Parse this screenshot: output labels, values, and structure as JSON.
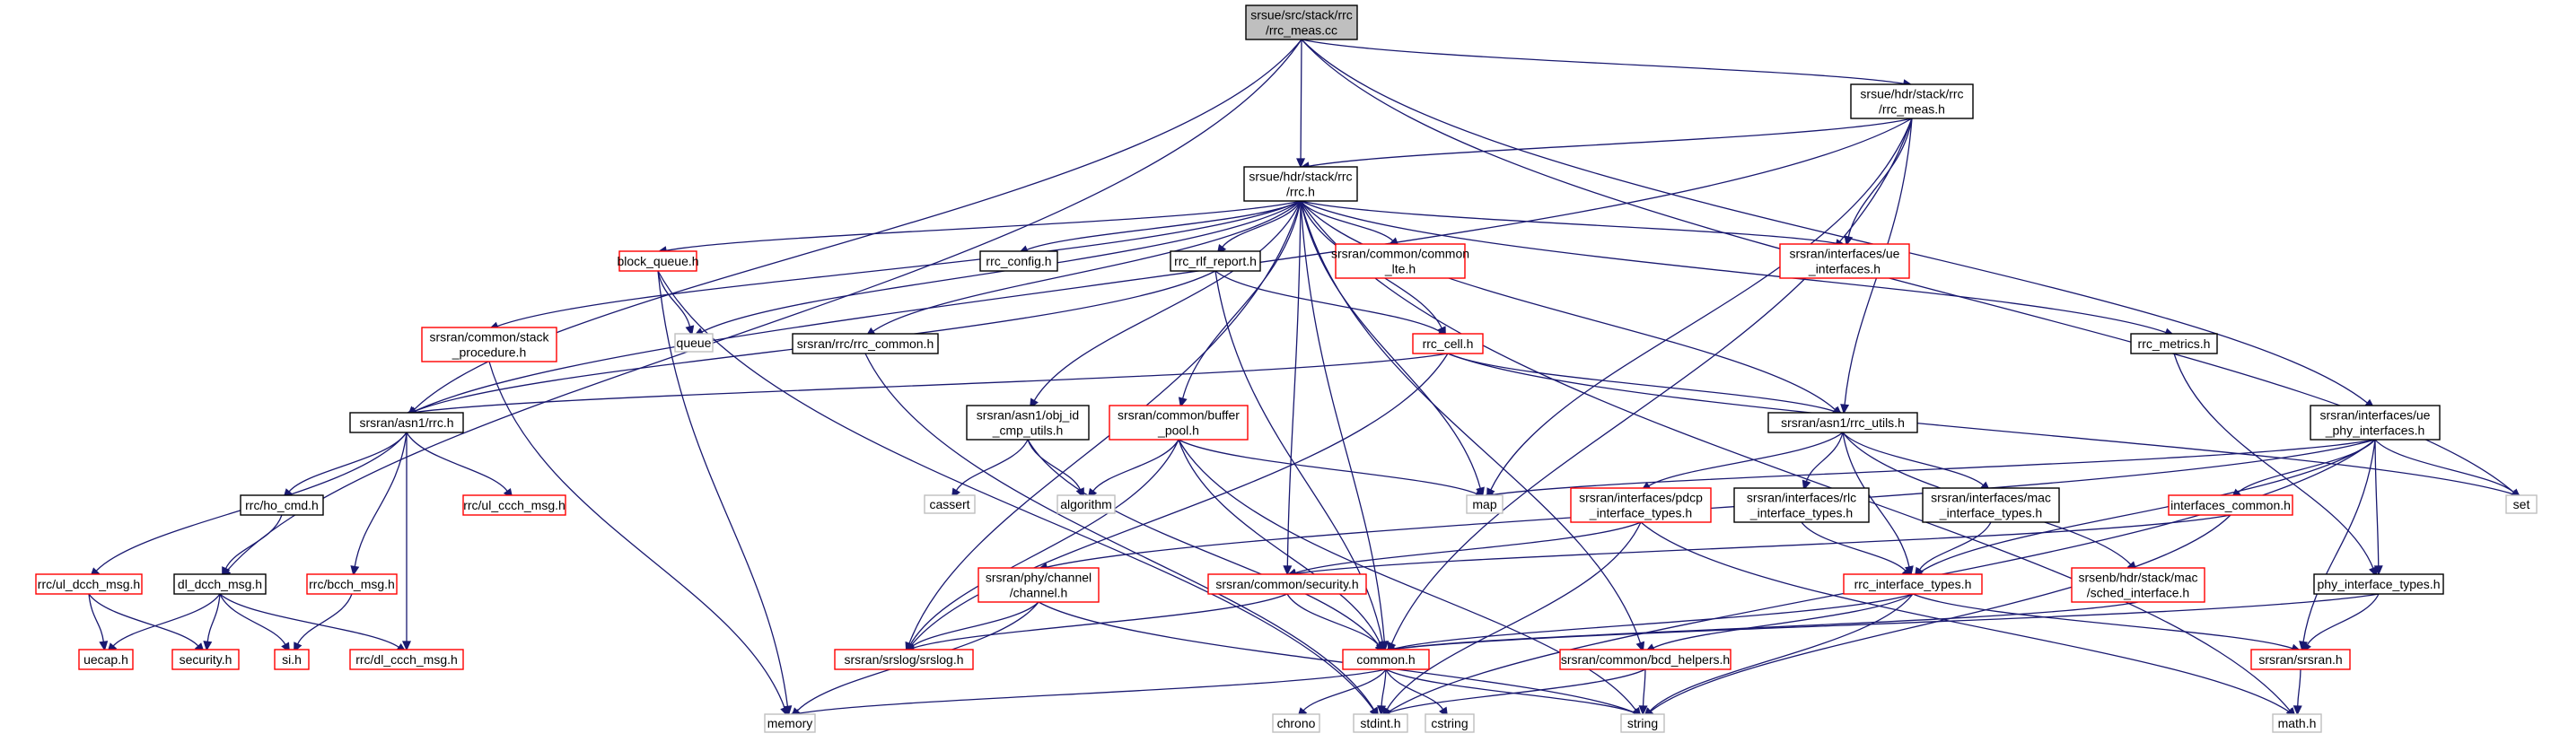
{
  "colors": {
    "edge": "#191970",
    "root_fill": "#bfbfbf",
    "root_border": "#000000",
    "internal_border": "#000000",
    "red_border": "#ff0000",
    "ext_border": "#bfbfbf",
    "ext_text": "#000000",
    "background": "#ffffff"
  },
  "nodes": [
    {
      "id": "root",
      "lines": [
        "srsue/src/stack/rrc",
        "/rrc_meas.cc"
      ],
      "style": "root"
    },
    {
      "id": "rrc_meas_h",
      "lines": [
        "srsue/hdr/stack/rrc",
        "/rrc_meas.h"
      ],
      "style": "internal"
    },
    {
      "id": "rrc_h",
      "lines": [
        "srsue/hdr/stack/rrc",
        "/rrc.h"
      ],
      "style": "internal"
    },
    {
      "id": "block_queue",
      "lines": [
        "block_queue.h"
      ],
      "style": "red"
    },
    {
      "id": "rrc_config",
      "lines": [
        "rrc_config.h"
      ],
      "style": "internal"
    },
    {
      "id": "rrc_rlf_report",
      "lines": [
        "rrc_rlf_report.h"
      ],
      "style": "internal"
    },
    {
      "id": "common_lte",
      "lines": [
        "srsran/common/common",
        "_lte.h"
      ],
      "style": "red"
    },
    {
      "id": "ue_interfaces",
      "lines": [
        "srsran/interfaces/ue",
        "_interfaces.h"
      ],
      "style": "red"
    },
    {
      "id": "stack_procedure",
      "lines": [
        "srsran/common/stack",
        "_procedure.h"
      ],
      "style": "red"
    },
    {
      "id": "queue",
      "lines": [
        "queue"
      ],
      "style": "ext"
    },
    {
      "id": "rrc_common",
      "lines": [
        "srsran/rrc/rrc_common.h"
      ],
      "style": "internal"
    },
    {
      "id": "rrc_cell",
      "lines": [
        "rrc_cell.h"
      ],
      "style": "red"
    },
    {
      "id": "rrc_metrics",
      "lines": [
        "rrc_metrics.h"
      ],
      "style": "internal"
    },
    {
      "id": "asn1_rrc",
      "lines": [
        "srsran/asn1/rrc.h"
      ],
      "style": "internal"
    },
    {
      "id": "obj_id",
      "lines": [
        "srsran/asn1/obj_id",
        "_cmp_utils.h"
      ],
      "style": "internal"
    },
    {
      "id": "buffer_pool",
      "lines": [
        "srsran/common/buffer",
        "_pool.h"
      ],
      "style": "red"
    },
    {
      "id": "rrc_utils",
      "lines": [
        "srsran/asn1/rrc_utils.h"
      ],
      "style": "internal"
    },
    {
      "id": "ue_phy_interfaces",
      "lines": [
        "srsran/interfaces/ue",
        "_phy_interfaces.h"
      ],
      "style": "internal"
    },
    {
      "id": "set",
      "lines": [
        "set"
      ],
      "style": "ext"
    },
    {
      "id": "cassert",
      "lines": [
        "cassert"
      ],
      "style": "ext"
    },
    {
      "id": "algorithm",
      "lines": [
        "algorithm"
      ],
      "style": "ext"
    },
    {
      "id": "map",
      "lines": [
        "map"
      ],
      "style": "ext"
    },
    {
      "id": "rrc_ho_cmd",
      "lines": [
        "rrc/ho_cmd.h"
      ],
      "style": "internal"
    },
    {
      "id": "ul_ccch",
      "lines": [
        "rrc/ul_ccch_msg.h"
      ],
      "style": "red"
    },
    {
      "id": "pdcp_if",
      "lines": [
        "srsran/interfaces/pdcp",
        "_interface_types.h"
      ],
      "style": "red"
    },
    {
      "id": "rlc_if",
      "lines": [
        "srsran/interfaces/rlc",
        "_interface_types.h"
      ],
      "style": "internal"
    },
    {
      "id": "mac_if",
      "lines": [
        "srsran/interfaces/mac",
        "_interface_types.h"
      ],
      "style": "internal"
    },
    {
      "id": "interfaces_common",
      "lines": [
        "interfaces_common.h"
      ],
      "style": "red"
    },
    {
      "id": "ul_dcch",
      "lines": [
        "rrc/ul_dcch_msg.h"
      ],
      "style": "red"
    },
    {
      "id": "dl_dcch",
      "lines": [
        "dl_dcch_msg.h"
      ],
      "style": "internal"
    },
    {
      "id": "bcch",
      "lines": [
        "rrc/bcch_msg.h"
      ],
      "style": "red"
    },
    {
      "id": "phy_channel",
      "lines": [
        "srsran/phy/channel",
        "/channel.h"
      ],
      "style": "red"
    },
    {
      "id": "security",
      "lines": [
        "srsran/common/security.h"
      ],
      "style": "red"
    },
    {
      "id": "rrc_if_types",
      "lines": [
        "rrc_interface_types.h"
      ],
      "style": "red"
    },
    {
      "id": "sched_if",
      "lines": [
        "srsenb/hdr/stack/mac",
        "/sched_interface.h"
      ],
      "style": "red"
    },
    {
      "id": "phy_if_types",
      "lines": [
        "phy_interface_types.h"
      ],
      "style": "internal"
    },
    {
      "id": "uecap",
      "lines": [
        "uecap.h"
      ],
      "style": "red"
    },
    {
      "id": "security_h",
      "lines": [
        "security.h"
      ],
      "style": "red"
    },
    {
      "id": "si",
      "lines": [
        "si.h"
      ],
      "style": "red"
    },
    {
      "id": "dl_ccch",
      "lines": [
        "rrc/dl_ccch_msg.h"
      ],
      "style": "red"
    },
    {
      "id": "srslog",
      "lines": [
        "srsran/srslog/srslog.h"
      ],
      "style": "red"
    },
    {
      "id": "common_h",
      "lines": [
        "common.h"
      ],
      "style": "red"
    },
    {
      "id": "bcd_helpers",
      "lines": [
        "srsran/common/bcd_helpers.h"
      ],
      "style": "red"
    },
    {
      "id": "srsran_h",
      "lines": [
        "srsran/srsran.h"
      ],
      "style": "red"
    },
    {
      "id": "memory",
      "lines": [
        "memory"
      ],
      "style": "ext"
    },
    {
      "id": "chrono",
      "lines": [
        "chrono"
      ],
      "style": "ext"
    },
    {
      "id": "stdint",
      "lines": [
        "stdint.h"
      ],
      "style": "ext"
    },
    {
      "id": "cstring",
      "lines": [
        "cstring"
      ],
      "style": "ext"
    },
    {
      "id": "string",
      "lines": [
        "string"
      ],
      "style": "ext"
    },
    {
      "id": "math",
      "lines": [
        "math.h"
      ],
      "style": "ext"
    }
  ],
  "edges": [
    [
      "root",
      "rrc_meas_h"
    ],
    [
      "root",
      "rrc_h"
    ],
    [
      "root",
      "asn1_rrc"
    ],
    [
      "root",
      "dl_dcch"
    ],
    [
      "root",
      "ue_phy_interfaces"
    ],
    [
      "root",
      "set"
    ],
    [
      "rrc_meas_h",
      "rrc_h"
    ],
    [
      "rrc_meas_h",
      "ue_interfaces"
    ],
    [
      "rrc_meas_h",
      "rrc_utils"
    ],
    [
      "rrc_meas_h",
      "map"
    ],
    [
      "rrc_meas_h",
      "common_h"
    ],
    [
      "rrc_meas_h",
      "asn1_rrc"
    ],
    [
      "rrc_h",
      "block_queue"
    ],
    [
      "rrc_h",
      "rrc_config"
    ],
    [
      "rrc_h",
      "rrc_rlf_report"
    ],
    [
      "rrc_h",
      "common_lte"
    ],
    [
      "rrc_h",
      "ue_interfaces"
    ],
    [
      "rrc_h",
      "stack_procedure"
    ],
    [
      "rrc_h",
      "queue"
    ],
    [
      "rrc_h",
      "rrc_common"
    ],
    [
      "rrc_h",
      "rrc_cell"
    ],
    [
      "rrc_h",
      "rrc_metrics"
    ],
    [
      "rrc_h",
      "obj_id"
    ],
    [
      "rrc_h",
      "buffer_pool"
    ],
    [
      "rrc_h",
      "rrc_utils"
    ],
    [
      "rrc_h",
      "map"
    ],
    [
      "rrc_h",
      "math"
    ],
    [
      "rrc_h",
      "srslog"
    ],
    [
      "rrc_h",
      "security"
    ],
    [
      "rrc_h",
      "common_h"
    ],
    [
      "rrc_h",
      "bcd_helpers"
    ],
    [
      "block_queue",
      "queue"
    ],
    [
      "block_queue",
      "memory"
    ],
    [
      "block_queue",
      "stdint"
    ],
    [
      "rrc_rlf_report",
      "rrc_cell"
    ],
    [
      "rrc_rlf_report",
      "asn1_rrc"
    ],
    [
      "rrc_rlf_report",
      "common_h"
    ],
    [
      "stack_procedure",
      "memory"
    ],
    [
      "rrc_common",
      "stdint"
    ],
    [
      "rrc_cell",
      "asn1_rrc"
    ],
    [
      "rrc_cell",
      "rrc_utils"
    ],
    [
      "rrc_cell",
      "set"
    ],
    [
      "rrc_cell",
      "srslog"
    ],
    [
      "rrc_metrics",
      "phy_if_types"
    ],
    [
      "asn1_rrc",
      "rrc_ho_cmd"
    ],
    [
      "asn1_rrc",
      "ul_ccch"
    ],
    [
      "asn1_rrc",
      "ul_dcch"
    ],
    [
      "asn1_rrc",
      "bcch"
    ],
    [
      "asn1_rrc",
      "dl_ccch"
    ],
    [
      "obj_id",
      "cassert"
    ],
    [
      "obj_id",
      "algorithm"
    ],
    [
      "obj_id",
      "common_h"
    ],
    [
      "buffer_pool",
      "algorithm"
    ],
    [
      "buffer_pool",
      "map"
    ],
    [
      "buffer_pool",
      "common_h"
    ],
    [
      "buffer_pool",
      "srslog"
    ],
    [
      "buffer_pool",
      "string"
    ],
    [
      "rrc_utils",
      "pdcp_if"
    ],
    [
      "rrc_utils",
      "rlc_if"
    ],
    [
      "rrc_utils",
      "mac_if"
    ],
    [
      "rrc_utils",
      "rrc_if_types"
    ],
    [
      "rrc_utils",
      "sched_if"
    ],
    [
      "ue_phy_interfaces",
      "map"
    ],
    [
      "ue_phy_interfaces",
      "set"
    ],
    [
      "ue_phy_interfaces",
      "interfaces_common"
    ],
    [
      "ue_phy_interfaces",
      "phy_channel"
    ],
    [
      "ue_phy_interfaces",
      "rrc_if_types"
    ],
    [
      "ue_phy_interfaces",
      "phy_if_types"
    ],
    [
      "ue_phy_interfaces",
      "srsran_h"
    ],
    [
      "ue_phy_interfaces",
      "stdint"
    ],
    [
      "rrc_ho_cmd",
      "dl_dcch"
    ],
    [
      "pdcp_if",
      "security"
    ],
    [
      "pdcp_if",
      "stdint"
    ],
    [
      "pdcp_if",
      "math"
    ],
    [
      "rlc_if",
      "rrc_if_types"
    ],
    [
      "mac_if",
      "rrc_if_types"
    ],
    [
      "interfaces_common",
      "security"
    ],
    [
      "interfaces_common",
      "string"
    ],
    [
      "ul_dcch",
      "uecap"
    ],
    [
      "ul_dcch",
      "security_h"
    ],
    [
      "dl_dcch",
      "uecap"
    ],
    [
      "dl_dcch",
      "security_h"
    ],
    [
      "dl_dcch",
      "si"
    ],
    [
      "dl_dcch",
      "dl_ccch"
    ],
    [
      "bcch",
      "si"
    ],
    [
      "phy_channel",
      "srslog"
    ],
    [
      "phy_channel",
      "memory"
    ],
    [
      "phy_channel",
      "string"
    ],
    [
      "security",
      "common_h"
    ],
    [
      "security",
      "srslog"
    ],
    [
      "rrc_if_types",
      "common_h"
    ],
    [
      "rrc_if_types",
      "bcd_helpers"
    ],
    [
      "rrc_if_types",
      "srsran_h"
    ],
    [
      "rrc_if_types",
      "string"
    ],
    [
      "sched_if",
      "common_h"
    ],
    [
      "phy_if_types",
      "common_h"
    ],
    [
      "phy_if_types",
      "srsran_h"
    ],
    [
      "common_h",
      "memory"
    ],
    [
      "common_h",
      "chrono"
    ],
    [
      "common_h",
      "stdint"
    ],
    [
      "common_h",
      "cstring"
    ],
    [
      "common_h",
      "string"
    ],
    [
      "bcd_helpers",
      "stdint"
    ],
    [
      "bcd_helpers",
      "string"
    ],
    [
      "srsran_h",
      "math"
    ]
  ]
}
